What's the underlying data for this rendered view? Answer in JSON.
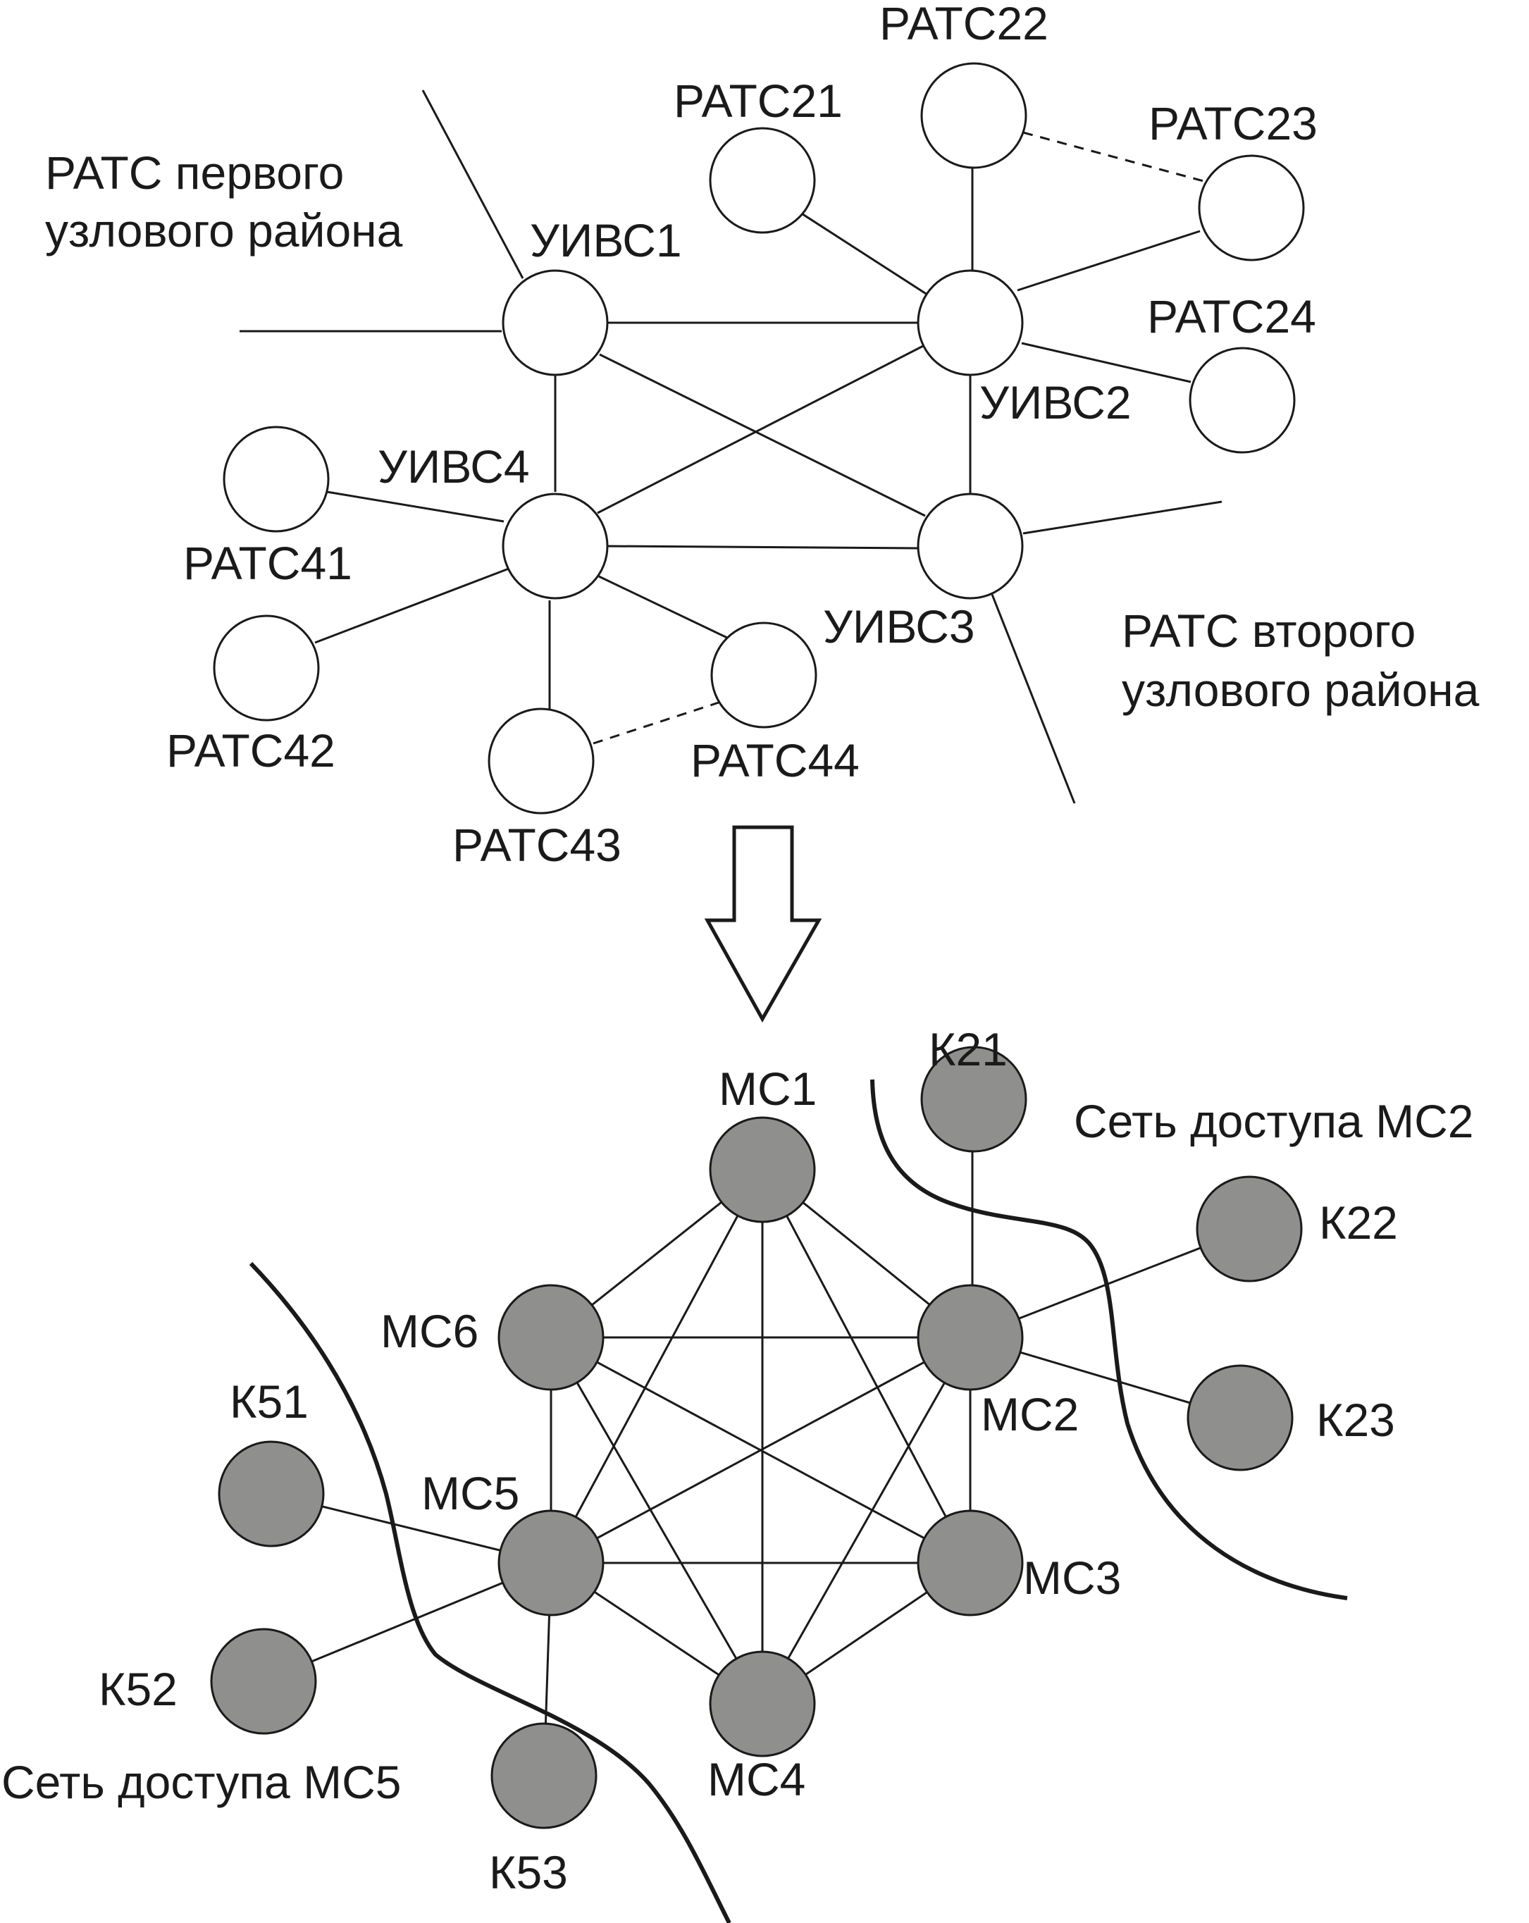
{
  "top": {
    "region_labels": {
      "first": [
        "РАТС первого",
        "узлового района"
      ],
      "second": [
        "РАТС второго",
        "узлового района"
      ]
    },
    "hubs": {
      "u1": "УИВС1",
      "u2": "УИВС2",
      "u3": "УИВС3",
      "u4": "УИВС4"
    },
    "stations": {
      "r21": "РАТС21",
      "r22": "РАТС22",
      "r23": "РАТС23",
      "r24": "РАТС24",
      "r41": "РАТС41",
      "r42": "РАТС42",
      "r43": "РАТС43",
      "r44": "РАТС44"
    }
  },
  "bottom": {
    "hubs": {
      "mc1": "МС1",
      "mc2": "МС2",
      "mc3": "МС3",
      "mc4": "МС4",
      "mc5": "МС5",
      "mc6": "МС6"
    },
    "clients": {
      "k21": "К21",
      "k22": "К22",
      "k23": "К23",
      "k51": "К51",
      "k52": "К52",
      "k53": "К53"
    },
    "access_labels": {
      "mc2": "Сеть доступа МС2",
      "mc5": "Сеть доступа МС5"
    }
  },
  "colors": {
    "node_fill": "#8f8f8d",
    "stroke": "#1a1a1a"
  }
}
